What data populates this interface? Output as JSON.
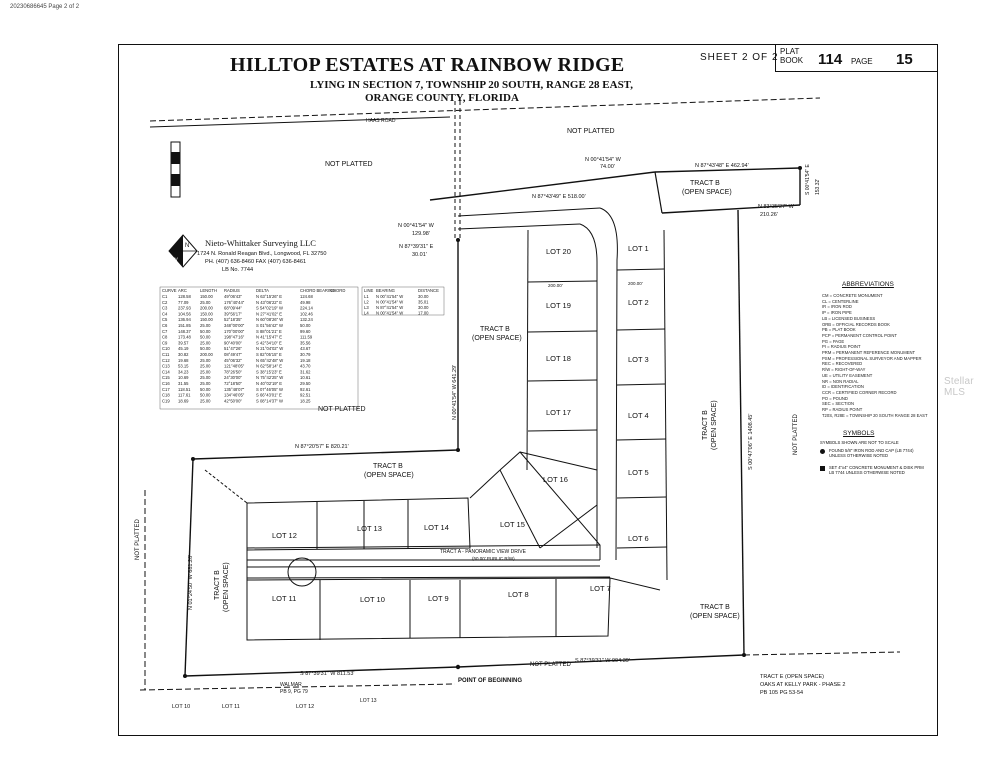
{
  "doc_stamp": "20230686645 Page 2 of 2",
  "title": "HILLTOP ESTATES AT RAINBOW RIDGE",
  "subtitle_1": "LYING IN SECTION 7, TOWNSHIP 20 SOUTH, RANGE 28 EAST,",
  "subtitle_2": "ORANGE COUNTY, FLORIDA",
  "sheet_text": "SHEET 2 OF 2",
  "plat_label": "PLAT",
  "book_label": "BOOK",
  "book_number": "114",
  "page_label": "PAGE",
  "page_number": "15",
  "surveyor": {
    "name": "Nieto-Whittaker Surveying LLC",
    "address": "1724 N. Ronald Reagan Blvd., Longwood, FL 32750",
    "phone": "PH. (407) 636-8460 FAX (407) 636-8461",
    "lb": "LB No. 7744"
  },
  "labels": {
    "not_platted": "NOT PLATTED",
    "tract_b": "TRACT B",
    "open_space": "(OPEN SPACE)",
    "tract_e": "TRACT E (OPEN SPACE)",
    "oaks": "OAKS AT KELLY PARK - PHASE 2",
    "oaks_pb": "PB 105 PG 53-54",
    "walmar": "WALMAR",
    "walmar_pb": "PB 9, PG 79",
    "pob": "POINT OF BEGINNING",
    "haas_road": "HAAS ROAD",
    "abbreviations": "ABBREVIATIONS",
    "symbols": "SYMBOLS",
    "lot_13_note": "LOT 13"
  },
  "lots": {
    "lot1": "LOT 1",
    "lot2": "LOT 2",
    "lot3": "LOT 3",
    "lot4": "LOT 4",
    "lot5": "LOT 5",
    "lot6": "LOT 6",
    "lot7": "LOT 7",
    "lot8": "LOT 8",
    "lot9": "LOT 9",
    "lot10": "LOT 10",
    "lot11": "LOT 11",
    "lot12": "LOT 12",
    "lot13": "LOT 13",
    "lot14": "LOT 14",
    "lot15": "LOT 15",
    "lot16": "LOT 16",
    "lot17": "LOT 17",
    "lot18": "LOT 18",
    "lot19": "LOT 19",
    "lot20": "LOT 20"
  },
  "bearings": {
    "b1": "N 87°20'57\" E   820.21'",
    "b2": "S 87°39'31\" W   811.53'",
    "b3": "S 87°39'31\" W   904.39'",
    "b4": "N 00°41'54\" W",
    "b4d": "74.00'",
    "b5": "N 87°43'48\" E   462.94'",
    "b6": "N 83°35'27\" W",
    "b6d": "210.26'",
    "b7": "N 00°41'54\" W",
    "b7d": "129.98'",
    "b8": "N 87°39'31\" E",
    "b8d": "30.01'",
    "b9": "N 00°41'54\" W   641.29'",
    "b10": "S 00°47'06\" E   1408.45'",
    "b11": "S 00°41'54\" E",
    "b11d": "153.32'",
    "b12": "N 87°43'49\" E   518.00'",
    "b13": "N 01°24'50\" W   681.28'",
    "b14": "200.00'"
  },
  "tract_a": "TRACT A - PANORAMIC VIEW DRIVE",
  "tract_a_sub": "(50.00' PUBLIC R/W)",
  "curve_table": {
    "headers": [
      "CURVE",
      "ARC",
      "LENGTH",
      "RADIUS",
      "DELTA",
      "CHORD BEARING",
      "CHORD"
    ],
    "rows": [
      [
        "C1",
        "128.58",
        "150.00",
        "49°06'43\"",
        "N 63°15'26\" E",
        "124.68"
      ],
      [
        "C2",
        "77.09",
        "25.00",
        "176°40'44\"",
        "N 43°06'22\" E",
        "49.98"
      ],
      [
        "C3",
        "237.93",
        "200.00",
        "68°09'44\"",
        "S 54°02'19\" W",
        "224.14"
      ],
      [
        "C4",
        "104.56",
        "150.00",
        "39°56'17\"",
        "N 27°41'02\" E",
        "102.46"
      ],
      [
        "C5",
        "136.94",
        "150.00",
        "52°18'35\"",
        "N 60°08'26\" W",
        "132.24"
      ],
      [
        "C6",
        "151.85",
        "25.00",
        "348°00'00\"",
        "S 01°56'42\" W",
        "50.00"
      ],
      [
        "C7",
        "148.37",
        "50.00",
        "170°00'00\"",
        "S 88°01'21\" E",
        "99.60"
      ],
      [
        "C8",
        "173.48",
        "50.00",
        "198°47'16\"",
        "N 41°15'47\" E",
        "111.59"
      ],
      [
        "C9",
        "39.57",
        "25.00",
        "90°40'00\"",
        "S 42°34'10\" E",
        "35.56"
      ],
      [
        "C10",
        "45.19",
        "50.00",
        "51°47'26\"",
        "N 21°04'02\" W",
        "43.67"
      ],
      [
        "C11",
        "30.82",
        "200.00",
        "08°49'47\"",
        "S 82°05'15\" E",
        "30.79"
      ],
      [
        "C12",
        "19.68",
        "25.00",
        "45°06'32\"",
        "N 65°42'48\" W",
        "19.18"
      ],
      [
        "C13",
        "53.15",
        "25.00",
        "121°48'05\"",
        "N 62°58'14\" E",
        "43.70"
      ],
      [
        "C14",
        "34.23",
        "25.00",
        "78°26'50\"",
        "S 38°15'23\" E",
        "31.62"
      ],
      [
        "C15",
        "10.69",
        "25.00",
        "24°30'00\"",
        "N 75°42'25\" W",
        "10.61"
      ],
      [
        "C16",
        "31.55",
        "25.00",
        "72°18'50\"",
        "N 40°02'19\" E",
        "29.50"
      ],
      [
        "C17",
        "118.51",
        "50.00",
        "135°48'07\"",
        "S 07°46'05\" W",
        "92.61"
      ],
      [
        "C18",
        "117.61",
        "50.00",
        "134°46'05\"",
        "S 66°43'01\" E",
        "92.51"
      ],
      [
        "C19",
        "18.69",
        "25.00",
        "42°50'00\"",
        "S 08°14'37\" W",
        "18.25"
      ]
    ]
  },
  "line_table": {
    "headers": [
      "LINE",
      "BEARING",
      "DISTANCE"
    ],
    "rows": [
      [
        "L1",
        "N 00°41'54\" W",
        "30.00"
      ],
      [
        "L2",
        "N 00°41'54\" W",
        "35.01"
      ],
      [
        "L3",
        "N 87°41'54\" W",
        "30.00"
      ],
      [
        "L4",
        "N 00°41'54\" W",
        "17.00"
      ]
    ]
  },
  "abbreviations_list": [
    "CM = CONCRETE MONUMENT",
    "CL = CENTERLINE",
    "IR = IRON ROD",
    "IP = IRON PIPE",
    "LB = LICENSED BUSINESS",
    "ORB = OFFICIAL RECORDS BOOK",
    "PB = PLAT BOOK",
    "PCP = PERMANENT CONTROL POINT",
    "PG = PAGE",
    "PI = RADIUS POINT",
    "PRM = PERMANENT REFERENCE MONUMENT",
    "PSM = PROFESSIONAL SURVEYOR AND MAPPER",
    "REC = RECOVERED",
    "R/W = RIGHT-OF-WAY",
    "UE = UTILITY EASEMENT",
    "NR = NON RADIAL",
    "ID = IDENTIFICATION",
    "CCR = CERTIFIED CORNER RECORD",
    "PO = POUND",
    "SEC = SECTION",
    "RP = RADIUS POINT",
    "T20S, R28E = TOWNSHIP 20 SOUTH RANGE 28 EAST"
  ],
  "symbols_list": [
    "SYMBOLS SHOWN ARE NOT TO SCALE",
    "FOUND 5/8\" IRON ROD AND CAP (LB 7744) UNLESS OTHERWISE NOTED",
    "SET 4\"x4\" CONCRETE MONUMENT & DISK PRM LB 7744 UNLESS OTHERWISE NOTED"
  ],
  "watermark": "Stellar MLS"
}
